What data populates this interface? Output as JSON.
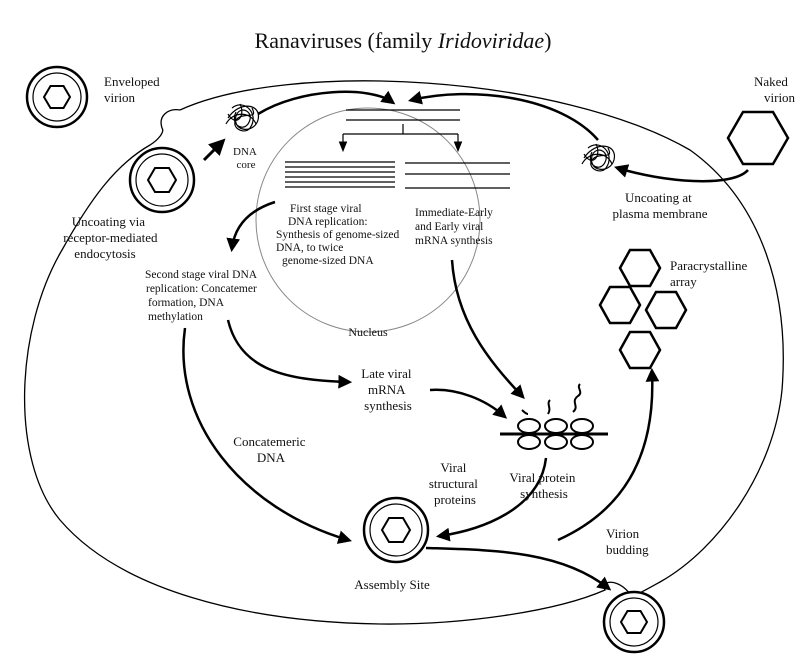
{
  "title": {
    "prefix": "Ranaviruses (family ",
    "family": "Iridoviridae",
    "suffix": ")"
  },
  "labels": {
    "enveloped_virion": [
      "Enveloped",
      "virion"
    ],
    "naked_virion": [
      "Naked",
      "virion"
    ],
    "dna_core": [
      "DNA",
      "core"
    ],
    "uncoating_receptor": [
      "Uncoating via",
      "receptor-mediated",
      "endocytosis"
    ],
    "uncoating_membrane": [
      "Uncoating at",
      "plasma membrane"
    ],
    "first_stage": [
      "First stage viral",
      "DNA replication:",
      "Synthesis of genome-sized",
      "DNA, to twice",
      "genome-sized DNA"
    ],
    "immediate_early": [
      "Immediate-Early",
      "and Early viral",
      "mRNA synthesis"
    ],
    "second_stage": [
      "Second stage viral DNA",
      "replication: Concatemer",
      "formation, DNA",
      "methylation"
    ],
    "nucleus": "Nucleus",
    "paracrystalline": [
      "Paracrystalline",
      "array"
    ],
    "late_mrna": [
      "Late viral",
      "mRNA",
      "synthesis"
    ],
    "concatemeric_dna": [
      "Concatemeric",
      "DNA"
    ],
    "structural_proteins": [
      "Viral",
      "structural",
      "proteins"
    ],
    "protein_synthesis": [
      "Viral protein",
      "synthesis"
    ],
    "virion_budding": [
      "Virion",
      "budding"
    ],
    "assembly_site": "Assembly Site"
  }
}
